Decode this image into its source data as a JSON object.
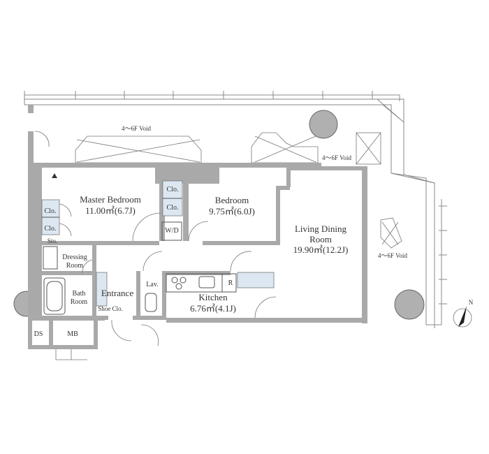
{
  "rooms": {
    "master_bedroom": {
      "name": "Master Bedroom",
      "area": "11.00㎡(6.7J)"
    },
    "bedroom": {
      "name": "Bedroom",
      "area": "9.75㎡(6.0J)"
    },
    "living": {
      "name1": "Living Dining",
      "name2": "Room",
      "area": "19.90㎡(12.2J)"
    },
    "kitchen": {
      "name": "Kitchen",
      "area": "6.76㎡(4.1J)"
    },
    "dressing": {
      "name1": "Dressing",
      "name2": "Room"
    },
    "bath": {
      "name1": "Bath",
      "name2": "Room"
    },
    "entrance": {
      "name": "Entrance"
    }
  },
  "labels": {
    "clo": "Clo.",
    "wd": "W/D",
    "sto": "Sto.",
    "lav": "Lav.",
    "refrigerator": "R",
    "shoe_clo": "Shoe Clo.",
    "ds": "DS",
    "mb": "MB",
    "void": "4～6F Void",
    "north": "N"
  },
  "colors": {
    "wall": "#a9a9a9",
    "closet": "#dde7f1",
    "column": "#b0b0b0"
  },
  "icons": [
    "north-arrow-icon",
    "entry-marker-icon"
  ]
}
